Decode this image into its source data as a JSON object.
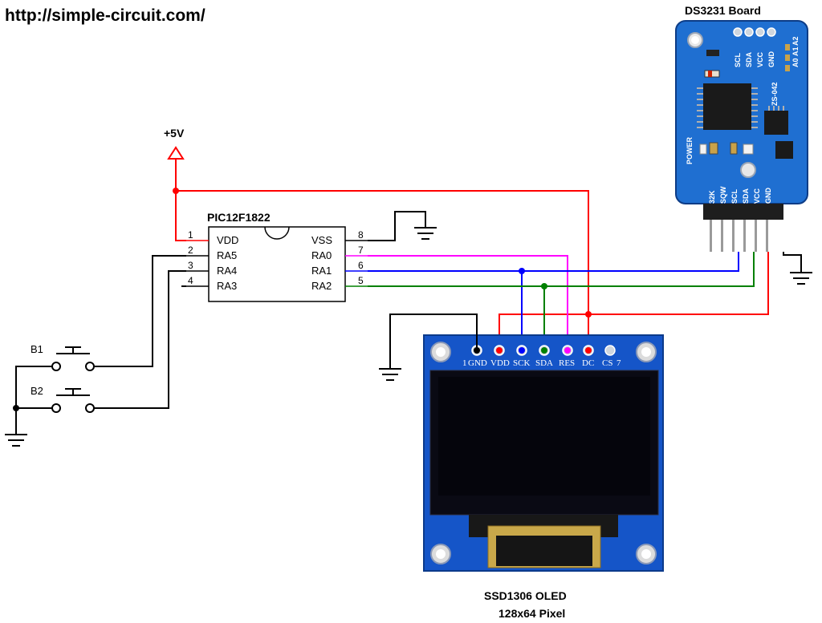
{
  "source_url": "http://simple-circuit.com/",
  "rtc_title": "DS3231 Board",
  "rtc_chip_label": "ZS-042",
  "rtc_power_label": "POWER",
  "rtc_addr_labels": [
    "A0",
    "A1",
    "A2"
  ],
  "rtc_top_pins": [
    "SCL",
    "SDA",
    "VCC",
    "GND"
  ],
  "rtc_bottom_pins": [
    "32K",
    "SQW",
    "SCL",
    "SDA",
    "VCC",
    "GND"
  ],
  "mcu": {
    "name": "PIC12F1822",
    "pins": [
      {
        "num": "1",
        "name": "VDD",
        "color": "#ff0000"
      },
      {
        "num": "2",
        "name": "RA5",
        "color": "#000000"
      },
      {
        "num": "3",
        "name": "RA4",
        "color": "#000000"
      },
      {
        "num": "4",
        "name": "RA3",
        "color": "#000000"
      },
      {
        "num": "8",
        "name": "VSS",
        "color": "#000000"
      },
      {
        "num": "7",
        "name": "RA0",
        "color": "#ff00ff"
      },
      {
        "num": "6",
        "name": "RA1",
        "color": "#0000ff"
      },
      {
        "num": "5",
        "name": "RA2",
        "color": "#008000"
      }
    ]
  },
  "supply_label": "+5V",
  "buttons": [
    "B1",
    "B2"
  ],
  "oled": {
    "pins": [
      "GND",
      "VDD",
      "SCK",
      "SDA",
      "RES",
      "DC",
      "CS"
    ],
    "pin_first": "1",
    "pin_last": "7",
    "title": "SSD1306 OLED",
    "subtitle": "128x64 Pixel"
  },
  "colors": {
    "vdd": "#ff0000",
    "ra0": "#ff00ff",
    "ra1": "#0000ff",
    "ra2": "#008000",
    "gnd": "#000000",
    "pcb_blue": "#1f6fd1",
    "oled_blue": "#1555c8"
  }
}
